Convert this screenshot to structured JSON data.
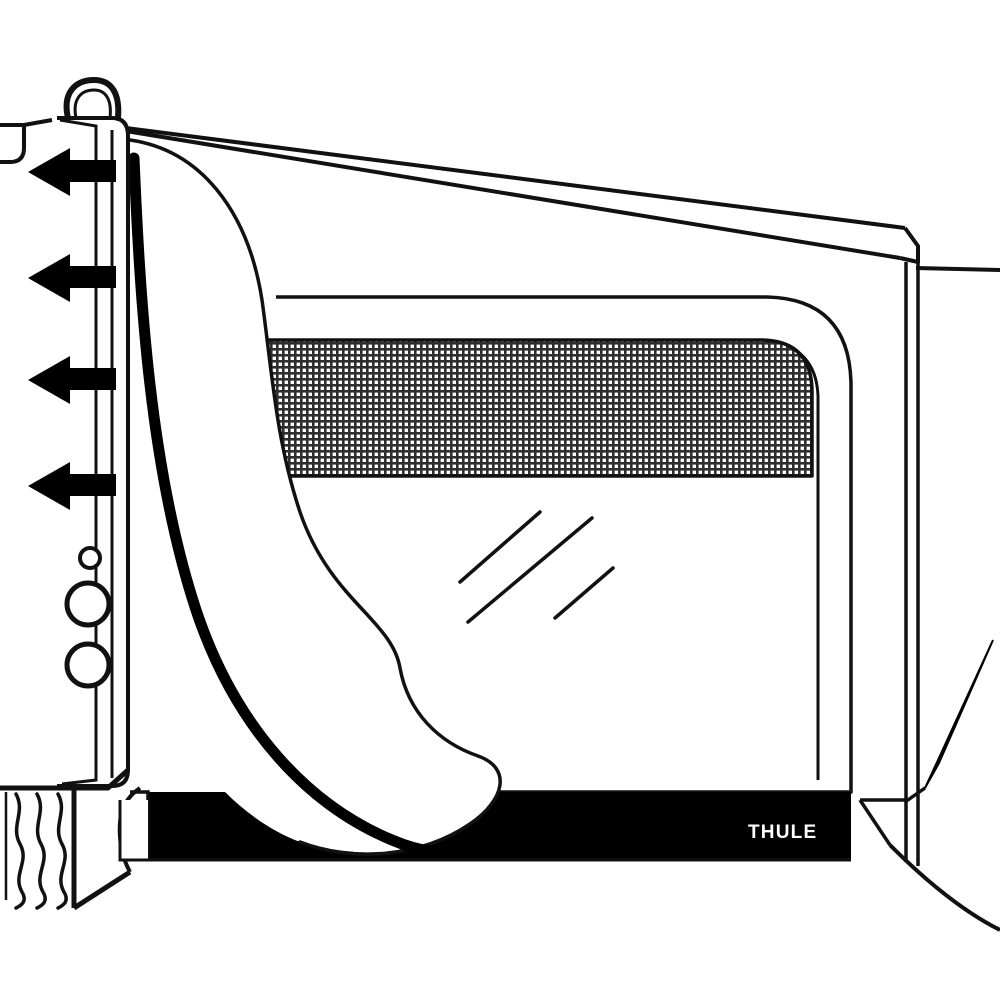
{
  "illustration": {
    "title": "Thule awning side panel mounting diagram",
    "type": "technical-line-art",
    "background_color": "#ffffff",
    "line_color": "#111111",
    "fill_black": "#000000",
    "mesh_color": "#3a3a3a"
  },
  "brand": {
    "logo_text": "THULE",
    "logo_color": "#ffffff",
    "logo_background": "#000000"
  },
  "annotations": {
    "arrow_count": 4,
    "arrow_direction": "left",
    "arrow_color": "#000000",
    "arrow_labels": [
      "",
      "",
      "",
      ""
    ]
  },
  "parts": {
    "top_loop": "fabric-hanging-loop",
    "vertical_post": "awning-leg-post",
    "draped_fabric": "side-panel-fabric-drape",
    "mesh_panel": "ventilation-mesh-window",
    "glass_panel": "clear-window-panel",
    "black_band": "lower-skirt-band",
    "corner_bracket": "awning-roller-bracket",
    "support_leg": "diagonal-support-arm",
    "zigzag_detail": "elastic-cord-detail",
    "fastener_holes": "mounting-holes"
  },
  "fasteners": {
    "count": 3,
    "sizes": [
      "small",
      "large",
      "large"
    ]
  },
  "glass_reflections": {
    "count": 3
  },
  "zigzag": {
    "count": 3
  }
}
